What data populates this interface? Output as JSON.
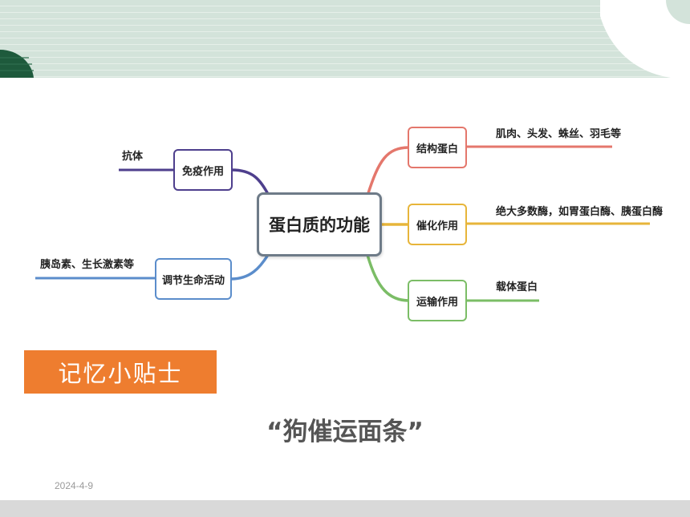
{
  "diagram": {
    "center": "蛋白质的功能",
    "branches": {
      "structural": {
        "label": "结构蛋白",
        "example": "肌肉、头发、蛛丝、羽毛等",
        "color": "#e4776c"
      },
      "catalytic": {
        "label": "催化作用",
        "example": "绝大多数酶，如胃蛋白酶、胰蛋白酶",
        "color": "#e7b53a"
      },
      "transport": {
        "label": "运输作用",
        "example": "载体蛋白",
        "color": "#7bbd66"
      },
      "immune": {
        "label": "免疫作用",
        "example": "抗体",
        "color": "#4e3f8d"
      },
      "regulation": {
        "label": "调节生命活动",
        "example": "胰岛素、生长激素等",
        "color": "#5b8dcb"
      }
    }
  },
  "tip_badge": "记忆小贴士",
  "mnemonic": "“狗催运面条”",
  "date": "2024-4-9",
  "colors": {
    "header_band": "#d3e3da",
    "dark_green": "#1e5a3c",
    "badge": "#ee7d2f",
    "footer": "#d9d9d9"
  }
}
